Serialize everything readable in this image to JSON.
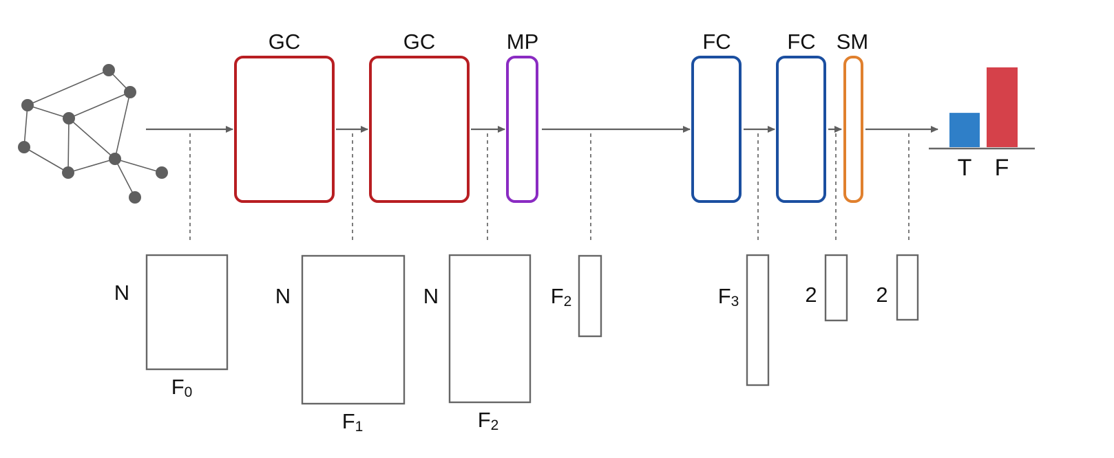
{
  "colors": {
    "gc": "#b81e22",
    "mp": "#8a2bc2",
    "fc": "#1b4fa0",
    "sm": "#e0802e",
    "gray": "#5f5f5f",
    "bar_t": "#2f7fc8",
    "bar_f": "#d5414a",
    "text": "#111111"
  },
  "layers": [
    {
      "label": "GC"
    },
    {
      "label": "GC"
    },
    {
      "label": "MP"
    },
    {
      "label": "FC"
    },
    {
      "label": "FC"
    },
    {
      "label": "SM"
    }
  ],
  "shapes": [
    {
      "side": "N",
      "bottom": "F",
      "bottom_sub": "0"
    },
    {
      "side": "N",
      "bottom": "F",
      "bottom_sub": "1"
    },
    {
      "side": "N",
      "bottom": "F",
      "bottom_sub": "2"
    },
    {
      "side": "F",
      "side_sub": "2"
    },
    {
      "side": "F",
      "side_sub": "3"
    },
    {
      "side": "2"
    },
    {
      "side": "2"
    }
  ],
  "output": {
    "labels": [
      "T",
      "F"
    ],
    "values": [
      0.43,
      1.0
    ],
    "icon": "bar-chart-icon"
  },
  "graph": {
    "icon": "input-graph-icon"
  }
}
